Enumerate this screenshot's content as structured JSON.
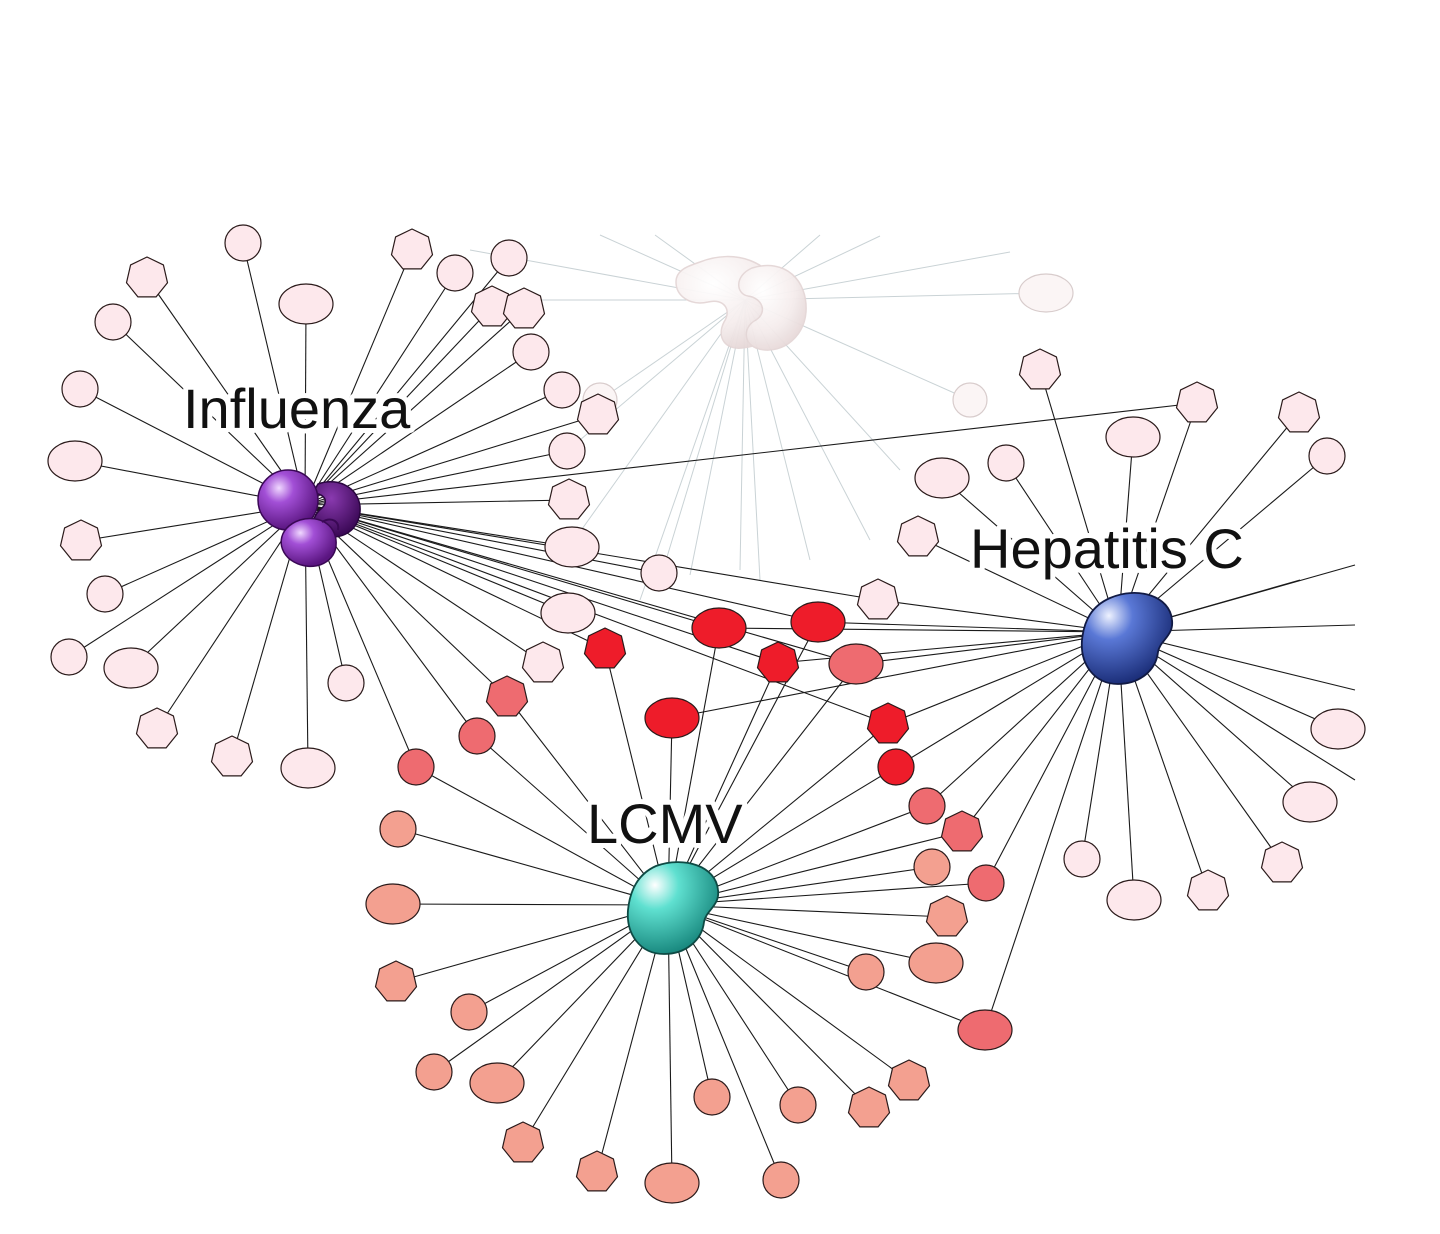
{
  "labels": {
    "influenza": "Influenza",
    "hepatitis": "Hepatitis C",
    "lcmv": "LCMV"
  },
  "colors": {
    "background": "#ffffff",
    "faint_node": "#fde8ec",
    "faint_stroke": "#3a2a2a",
    "salmon_node": "#f3a090",
    "coral_node": "#ee6b70",
    "shared_red": "#ee1c2a",
    "influenza_hub": "#8a35b8",
    "influenza_hub_dark": "#4a0f6a",
    "hepatitis_hub": "#3d5fc0",
    "lcmv_hub": "#3fd4c4",
    "ghost_hub": "#f7eeee",
    "edge": "#1a1a1a",
    "ghost_edge": "#b8c4c8"
  },
  "hubs": [
    {
      "id": "influenza",
      "name_key": "labels.influenza",
      "icon": "virus-protein-cluster"
    },
    {
      "id": "hepatitis",
      "name_key": "labels.hepatitis",
      "icon": "virus-protein"
    },
    {
      "id": "lcmv",
      "name_key": "labels.lcmv",
      "icon": "virus-protein"
    },
    {
      "id": "ghost",
      "icon": "faded-virus-protein"
    }
  ]
}
